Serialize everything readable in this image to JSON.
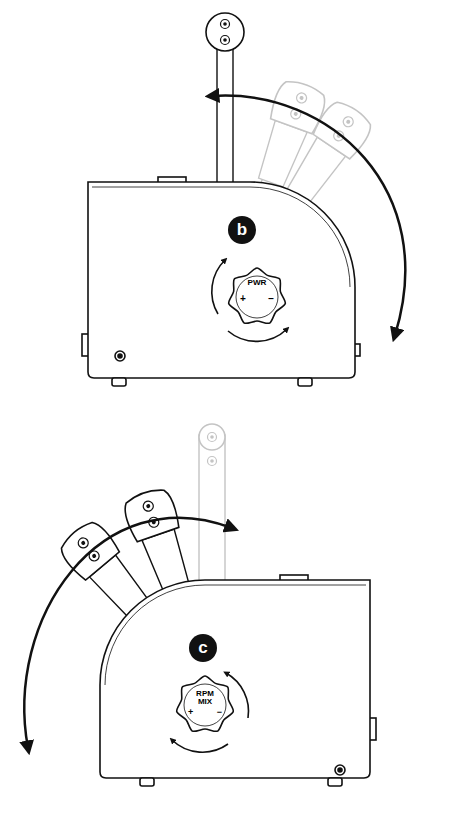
{
  "diagram": {
    "nodes": [
      {
        "text": [
          "b"
        ]
      },
      {
        "text": [
          "PWR",
          "+",
          "−"
        ]
      },
      {
        "text": [
          "c"
        ]
      },
      {
        "text": [
          "RPM MIX",
          "+",
          "−"
        ]
      }
    ]
  }
}
